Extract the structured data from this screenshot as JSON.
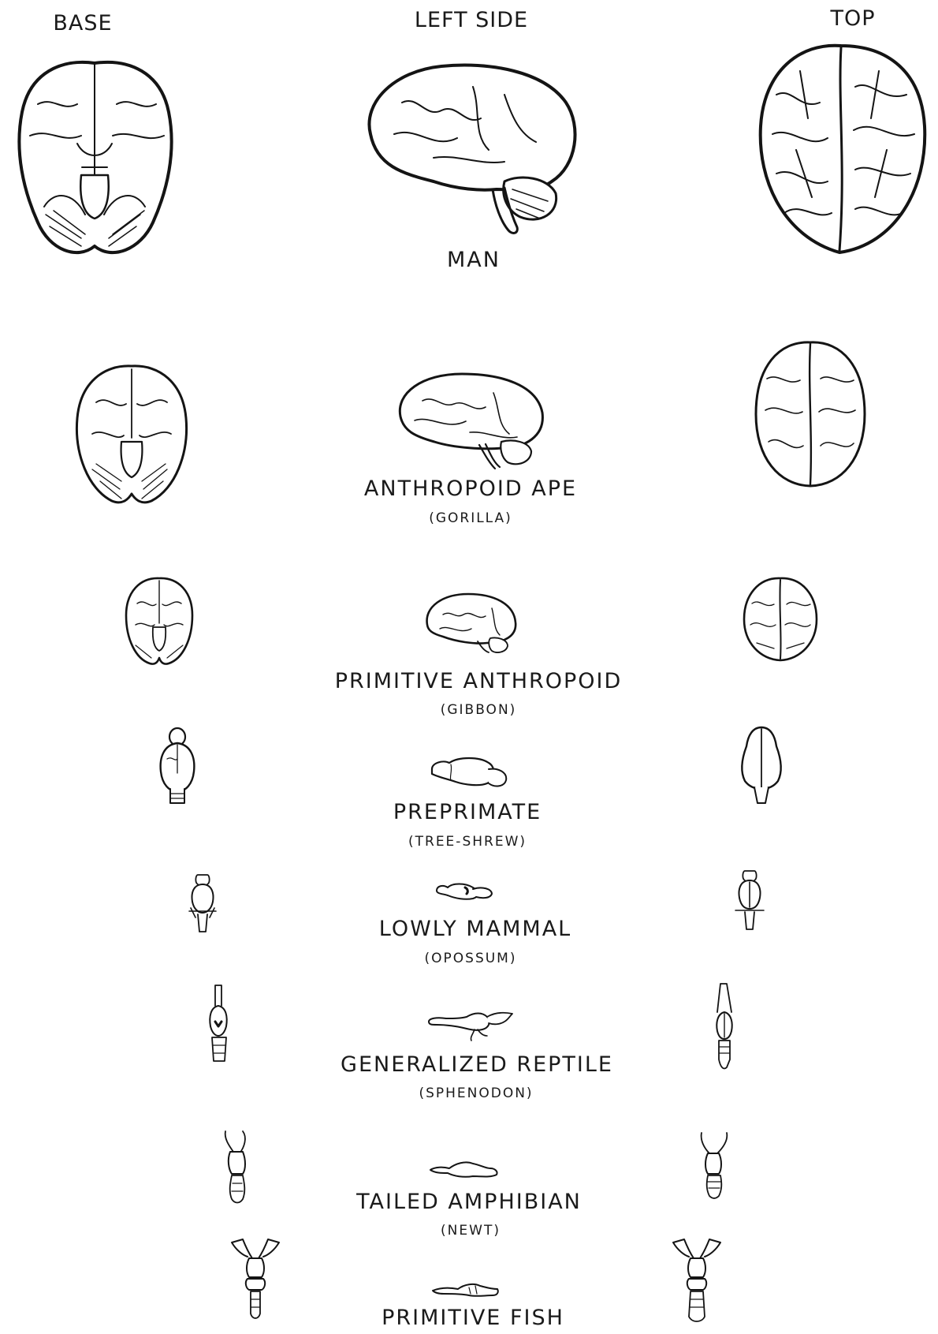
{
  "columns": {
    "base": "BASE",
    "left_side": "LEFT SIDE",
    "top": "TOP"
  },
  "species": [
    {
      "name": "MAN",
      "example": ""
    },
    {
      "name": "ANTHROPOID APE",
      "example": "(GORILLA)"
    },
    {
      "name": "PRIMITIVE ANTHROPOID",
      "example": "(GIBBON)"
    },
    {
      "name": "PREPRIMATE",
      "example": "(TREE-SHREW)"
    },
    {
      "name": "LOWLY MAMMAL",
      "example": "(OPOSSUM)"
    },
    {
      "name": "GENERALIZED REPTILE",
      "example": "(SPHENODON)"
    },
    {
      "name": "TAILED AMPHIBIAN",
      "example": "(NEWT)"
    },
    {
      "name": "PRIMITIVE FISH",
      "example": ""
    }
  ],
  "icons": {
    "base_view": "brain-base-view-icon",
    "side_view": "brain-side-view-icon",
    "top_view": "brain-top-view-icon"
  }
}
